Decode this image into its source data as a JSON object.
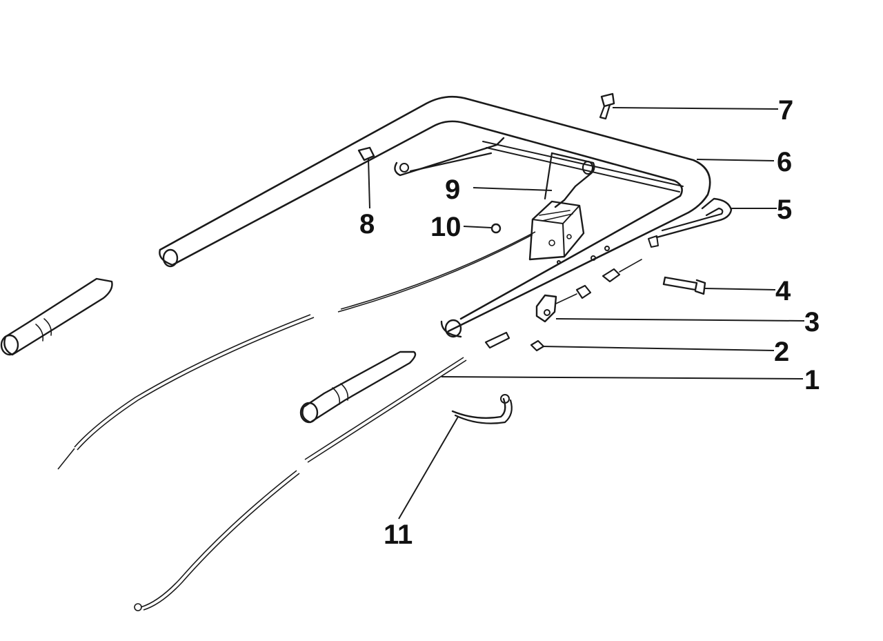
{
  "diagram": {
    "kind": "exploded parts drawing",
    "line_color": "#1a1a1a",
    "background": "#ffffff",
    "callouts": [
      {
        "id": "1",
        "label": "1"
      },
      {
        "id": "2",
        "label": "2"
      },
      {
        "id": "3",
        "label": "3"
      },
      {
        "id": "4",
        "label": "4"
      },
      {
        "id": "5",
        "label": "5"
      },
      {
        "id": "6",
        "label": "6"
      },
      {
        "id": "7",
        "label": "7"
      },
      {
        "id": "8",
        "label": "8"
      },
      {
        "id": "9",
        "label": "9"
      },
      {
        "id": "10",
        "label": "10"
      },
      {
        "id": "11",
        "label": "11"
      }
    ]
  }
}
